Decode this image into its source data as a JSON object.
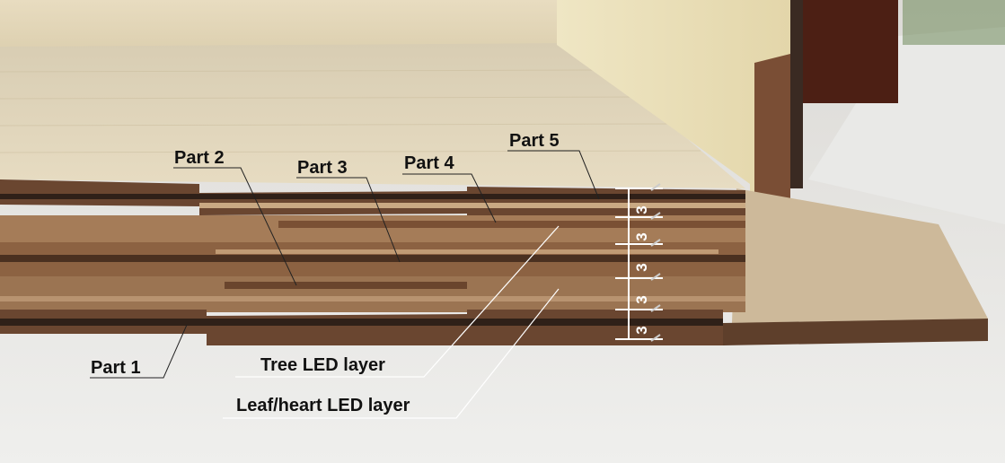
{
  "labels": {
    "part1": "Part 1",
    "part2": "Part 2",
    "part3": "Part 3",
    "part4": "Part 4",
    "part5": "Part 5",
    "tree_led_layer": "Tree LED layer",
    "leaf_heart_led_layer": "Leaf/heart LED layer"
  },
  "dimensions": {
    "layer_thickness": [
      "3",
      "3",
      "3",
      "3",
      "3"
    ]
  },
  "colors": {
    "background": "#e6e4e1",
    "plywood_face": "#d9c9a6",
    "plywood_edge": "#5a3e2a",
    "wall": "#ece3c2"
  }
}
